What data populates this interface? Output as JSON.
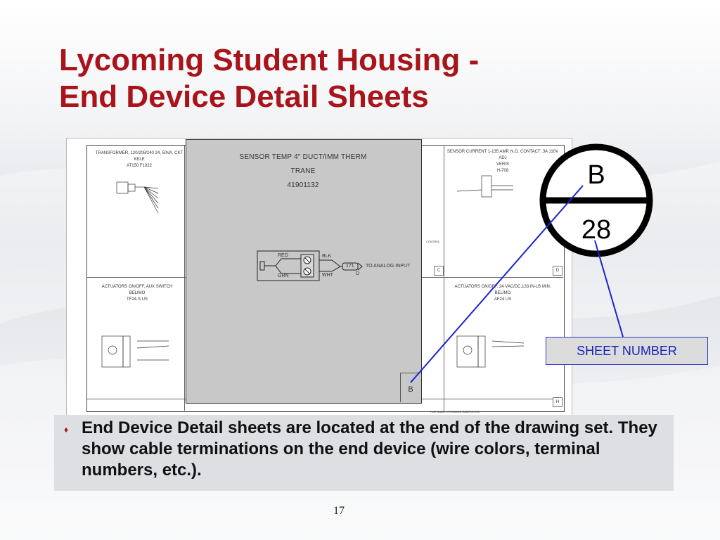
{
  "slide": {
    "title_line1": "Lycoming Student Housing -",
    "title_line2": "End Device Detail Sheets",
    "page_number": "17"
  },
  "drawing": {
    "cells": {
      "top_left": [
        "TRANSFORMER, 120/208/240 24, 50VA, CKT",
        "KELE",
        "AT150 F1022"
      ],
      "top_right": [
        "SENSOR CURRENT 1-135 AMP, N.O. CONTACT .3A 110V",
        "ADJ",
        "VERIS",
        "H-708"
      ],
      "bottom_left": [
        "ACTUATORS ON/OFF, AUX SWITCH",
        "BELIMO",
        "TF24-S US"
      ],
      "bottom_right": [
        "ACTUATORS ON/OFF, 24 VAC/DC,133 IN-LB MIN.",
        "BELIMO",
        "AF24 US"
      ]
    },
    "cell_letters": [
      "C",
      "D",
      "H"
    ],
    "control_label": "CONTROL",
    "filename_label": "FILE NAME: LYCOMING SAMPLE.XXX"
  },
  "popup": {
    "title": "SENSOR TEMP 4\" DUCT/IMM THERM",
    "manufacturer": "TRANE",
    "part_number": "41901132",
    "wire_red": "RED",
    "wire_grn": "GRN",
    "wire_blk": "BLK",
    "wire_wht": "WHT",
    "terminal": "171",
    "terminal_sub": "D",
    "to_analog": "TO ANALOG INPUT",
    "sheet_letter": "B"
  },
  "callout": {
    "letter": "B",
    "number": "28",
    "sheet_number_label": "SHEET NUMBER"
  },
  "bullet": {
    "text": "End Device Detail sheets are located at the end of the drawing set.  They show cable terminations on the end device (wire colors, terminal numbers, etc.)."
  },
  "colors": {
    "title": "#a8141a",
    "callout_line": "#1a24d0",
    "label_text": "#1a24b8"
  }
}
